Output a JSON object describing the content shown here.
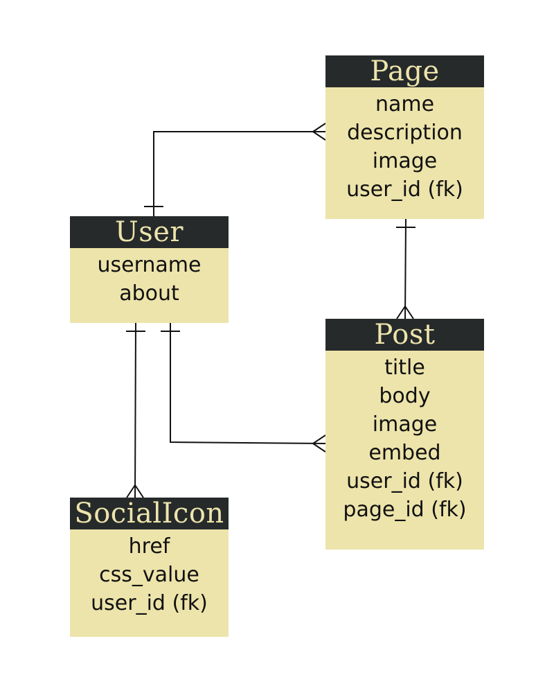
{
  "entities": {
    "page": {
      "title": "Page",
      "fields": [
        "name",
        "description",
        "image",
        "user_id (fk)"
      ]
    },
    "user": {
      "title": "User",
      "fields": [
        "username",
        "about"
      ]
    },
    "post": {
      "title": "Post",
      "fields": [
        "title",
        "body",
        "image",
        "embed",
        "user_id (fk)",
        "page_id (fk)"
      ]
    },
    "socialicon": {
      "title": "SocialIcon",
      "fields": [
        "href",
        "css_value",
        "user_id (fk)"
      ]
    }
  },
  "relationships": [
    {
      "from": "user",
      "to": "page",
      "from_cardinality": "one",
      "to_cardinality": "many"
    },
    {
      "from": "page",
      "to": "post",
      "from_cardinality": "one",
      "to_cardinality": "many"
    },
    {
      "from": "user",
      "to": "post",
      "from_cardinality": "one",
      "to_cardinality": "many"
    },
    {
      "from": "user",
      "to": "socialicon",
      "from_cardinality": "one",
      "to_cardinality": "many"
    }
  ],
  "colors": {
    "header_bg": "#262a2b",
    "header_text": "#ede4ab",
    "body_bg": "#ede4ab",
    "line": "#111111"
  }
}
